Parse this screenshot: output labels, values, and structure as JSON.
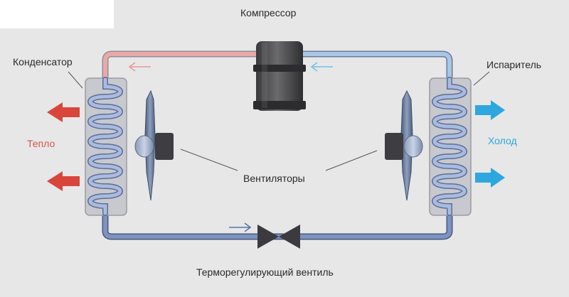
{
  "labels": {
    "compressor": "Компрессор",
    "condenser": "Конденсатор",
    "evaporator": "Испаритель",
    "fans": "Вентиляторы",
    "heat": "Тепло",
    "cold": "Холод",
    "valve": "Терморегулирующий вентиль"
  },
  "colors": {
    "hot_pipe": "#e9a9a8",
    "cold_pipe": "#9fbfe0",
    "pipe_dark": "#6d83b3",
    "heat_arrow": "#d8463b",
    "cold_arrow": "#2ea6de",
    "background": "#e7e7e8"
  }
}
